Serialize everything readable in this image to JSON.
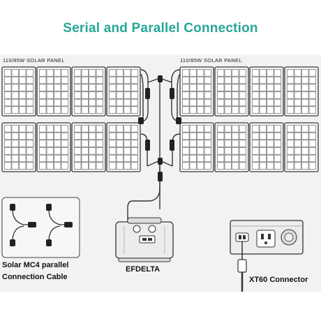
{
  "title": "Serial and Parallel Connection",
  "panel_left_label": "110/85W SOLAR PANEL",
  "panel_right_label": "110/85W SOLAR PANEL",
  "cable_caption_line1": "Solar MC4 parallel",
  "cable_caption_line2": "Connection Cable",
  "station_caption": "EFDELTA",
  "connector_caption": "XT60 Connector",
  "colors": {
    "title": "#26a69a",
    "panel_cell": "#f4f4f4",
    "panel_frame": "#3a3a3a",
    "background_band": "#f2f2f2"
  }
}
